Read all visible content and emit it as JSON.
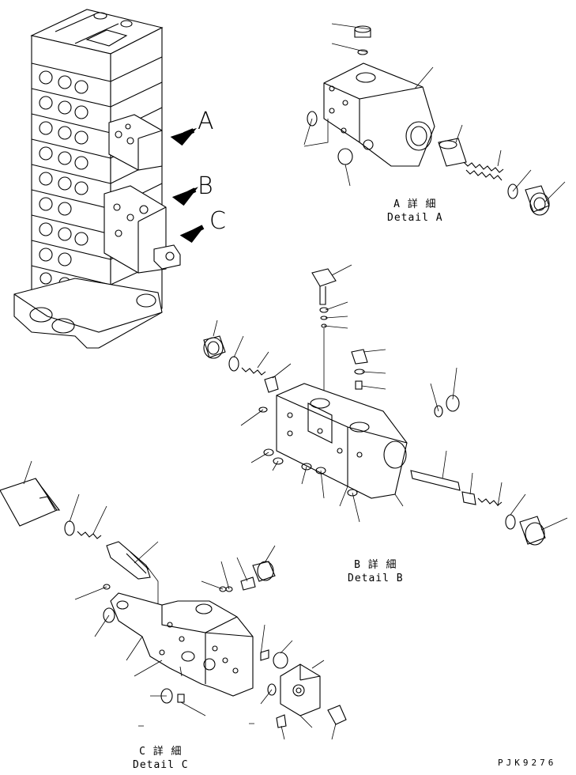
{
  "callouts": {
    "a": "A",
    "b": "B",
    "c": "C"
  },
  "details": {
    "a": {
      "jp": "A 詳 細",
      "en": "Detail A"
    },
    "b": {
      "jp": "B 詳 細",
      "en": "Detail B"
    },
    "c": {
      "jp": "C 詳 細",
      "en": "Detail C"
    }
  },
  "drawing_code": "PJK9276",
  "icons": [
    "arrow-icon",
    "valve-assembly",
    "part-leader-line"
  ]
}
